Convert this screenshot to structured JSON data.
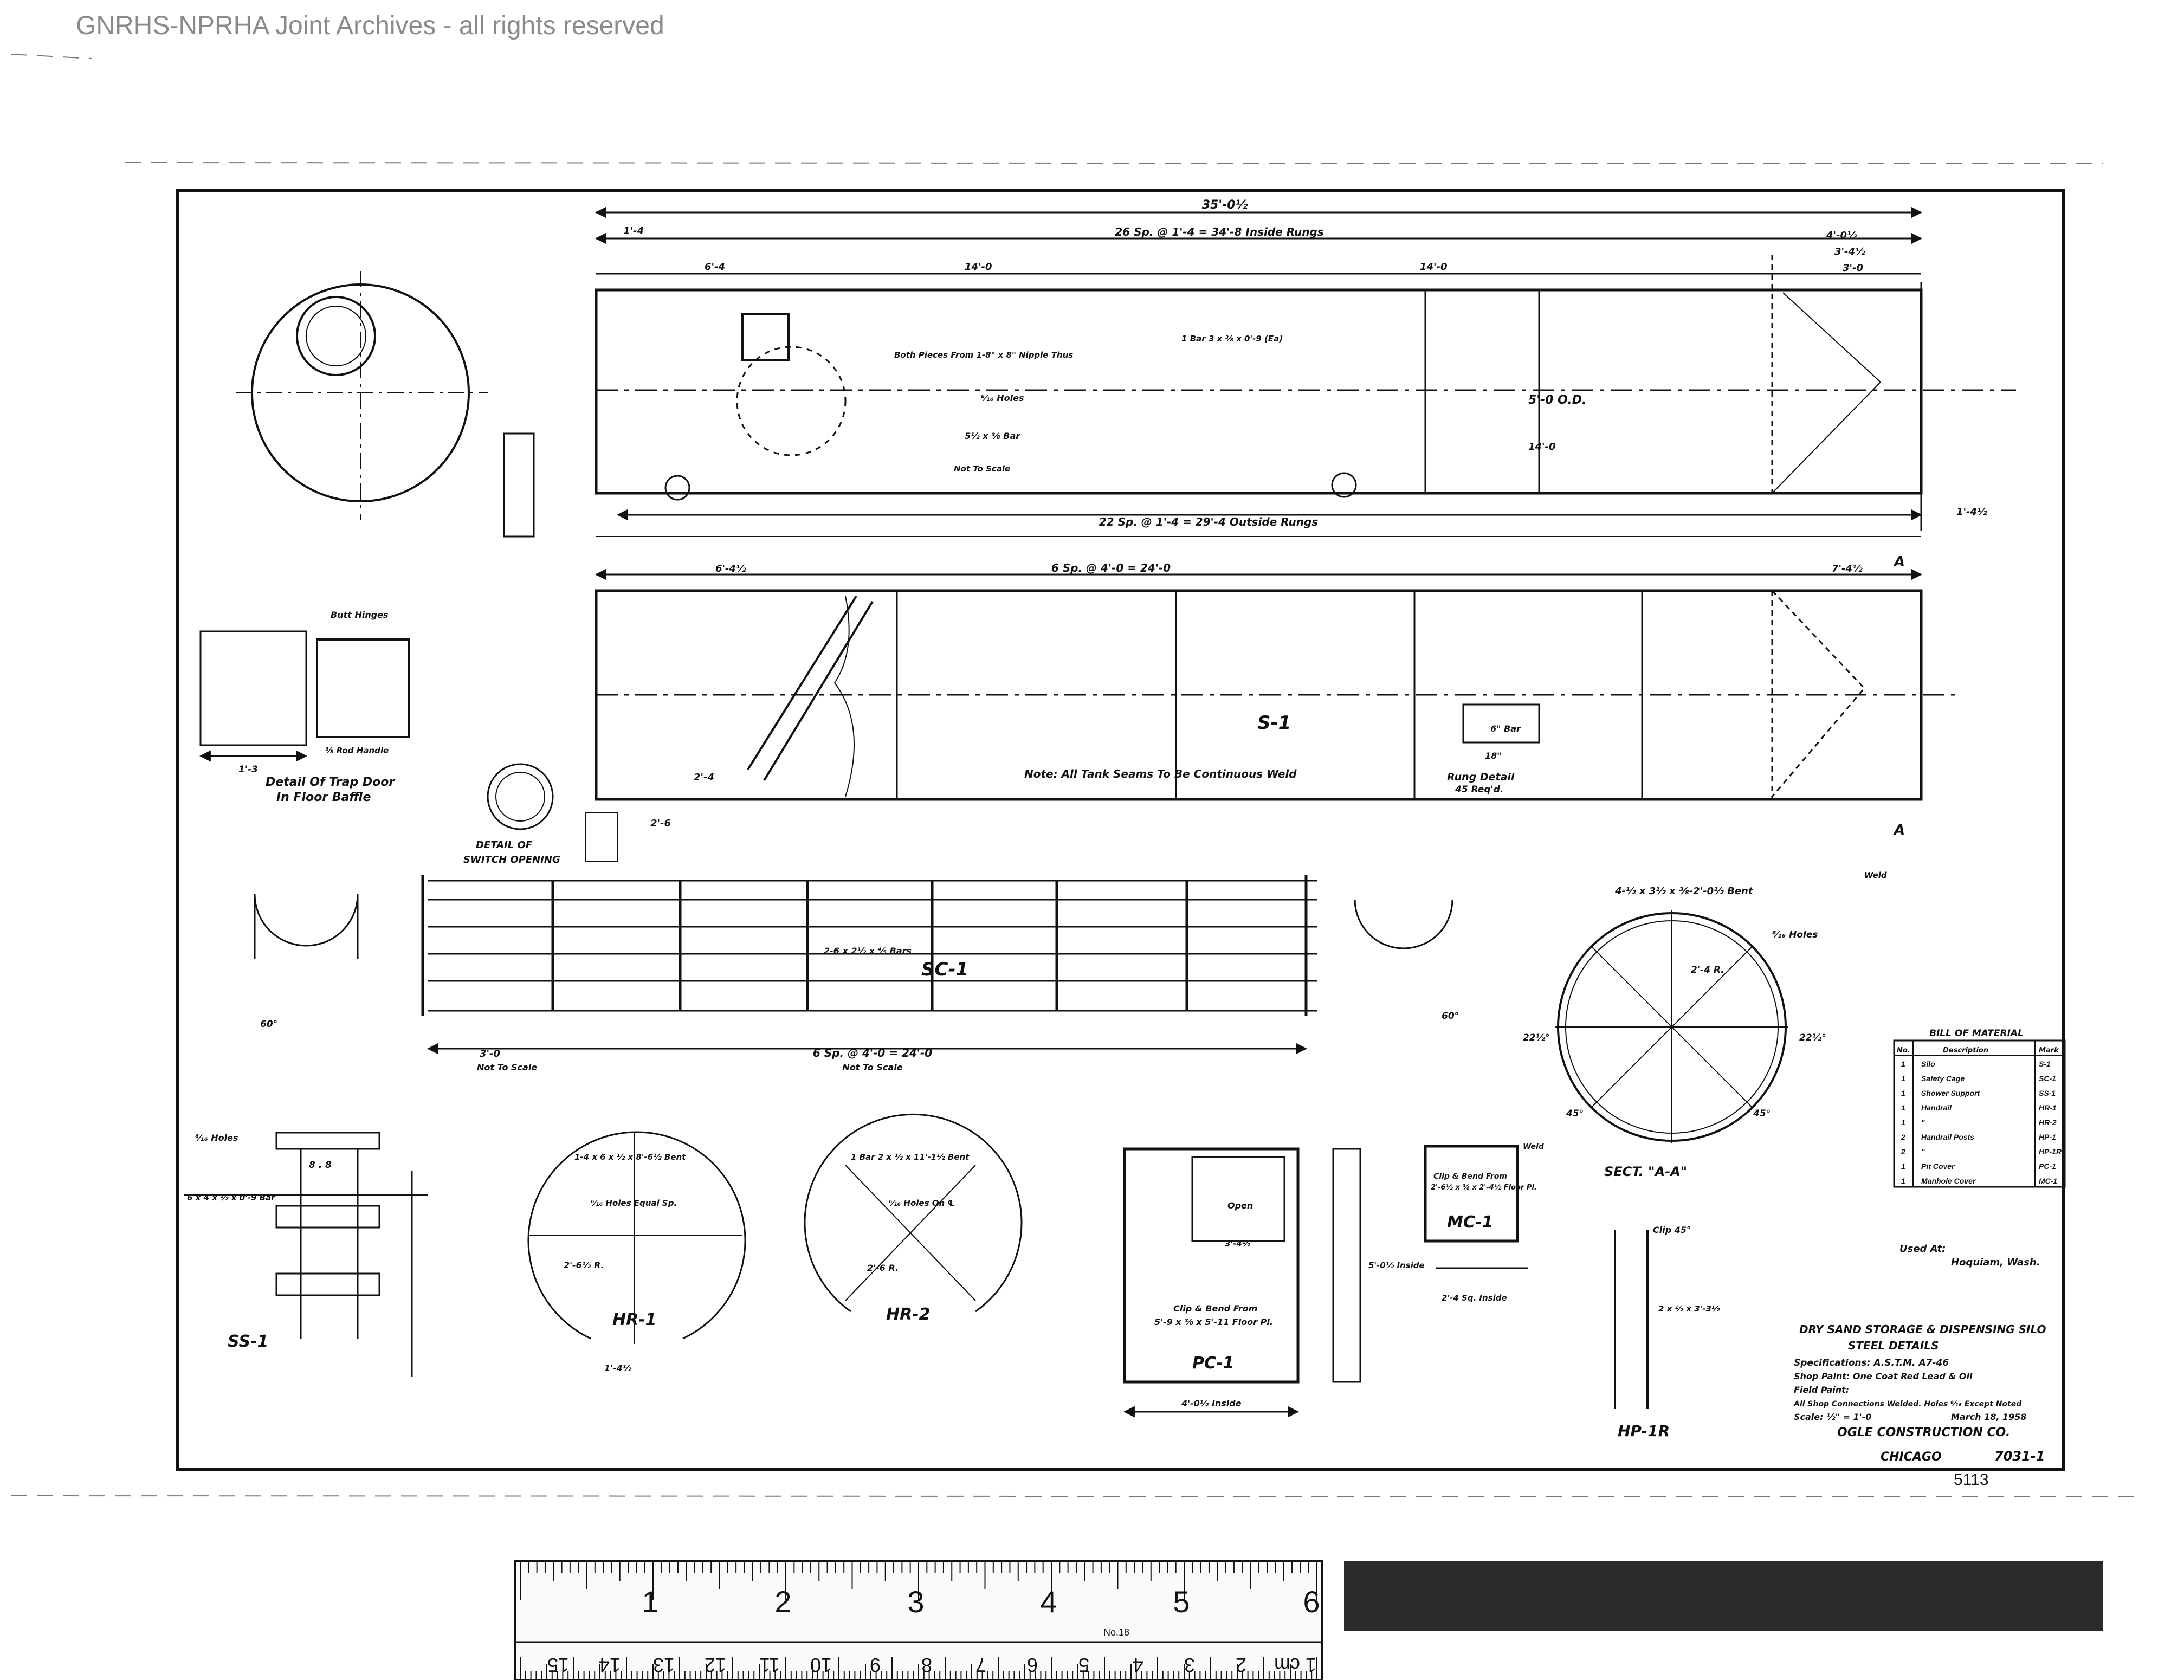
{
  "watermark": "GNRHS-NPRHA Joint Archives - all rights reserved",
  "colors": {
    "ink": "#111111",
    "paper": "#ffffff",
    "watermark": "#8a8a8a",
    "scan_bar": "#2a2a2a"
  },
  "silo_elevation": {
    "overall_length": "35'-0½",
    "top_spacing": "26 Sp. @ 1'-4 = 34'-8 Inside Rungs",
    "bottom_spacing": "22 Sp. @ 1'-4 = 29'-4 Outside Rungs",
    "height": "5'-0 O.D.",
    "dims": [
      "1'-4",
      "6'-4",
      "14'-0",
      "14'-0",
      "4'-0½",
      "3'-4½",
      "3'-0",
      "14'-0",
      "1'-4½"
    ],
    "note_elbow": "Both Pieces From 1-8\" x 8\" Nipple Thus",
    "note_bar": "1 Bar 3 x ⅜ x 0'-9 (Ea)",
    "note_holes": "⁶⁄₁₆ Holes",
    "note_bar2": "5½ x ⅜ Bar",
    "not_to_scale": "Not To Scale"
  },
  "silo_plan": {
    "spacing": "6 Sp. @ 4'-0 = 24'-0",
    "dims": [
      "6'-4½",
      "7'-4½",
      "2'-6",
      "2'-4"
    ],
    "mark": "S-1",
    "note": "Note: All Tank Seams To Be Continuous Weld",
    "rung_detail": "Rung Detail",
    "rung_req": "45 Req'd.",
    "rung_width": "6\" Bar",
    "rung_length": "18\"",
    "section_mark": "A",
    "weld": "Weld"
  },
  "trap_door": {
    "title_line1": "Detail Of Trap Door",
    "title_line2": "In Floor Baffle",
    "note_hinges": "Butt Hinges",
    "note_handle": "⅜ Rod Handle",
    "dim": "1'-3"
  },
  "switch_detail": {
    "title_line1": "DETAIL OF",
    "title_line2": "SWITCH OPENING"
  },
  "safety_cage": {
    "mark": "SC-1",
    "spacing": "6 Sp. @ 4'-0 = 24'-0",
    "end_dim": "3'-0",
    "not_to_scale": "Not To Scale",
    "bar_note": "2-6 x 2½ x ⅘ Bars",
    "angles": [
      "60°",
      "60°"
    ]
  },
  "section_aa": {
    "title": "SECT. \"A-A\"",
    "note": "4-½ x 3½ x ⅜-2'-0½ Bent",
    "holes": "⁶⁄₁₆ Holes",
    "radius": "2'-4 R.",
    "angles": [
      "22½°",
      "45°",
      "45°",
      "22½°"
    ]
  },
  "bill_of_material": {
    "title": "BILL OF MATERIAL",
    "headers": [
      "No.",
      "Description",
      "Mark"
    ],
    "rows": [
      [
        "1",
        "Silo",
        "S-1"
      ],
      [
        "1",
        "Safety Cage",
        "SC-1"
      ],
      [
        "1",
        "Shower Support",
        "SS-1"
      ],
      [
        "1",
        "Handrail",
        "HR-1"
      ],
      [
        "1",
        "\"",
        "HR-2"
      ],
      [
        "2",
        "Handrail Posts",
        "HP-1"
      ],
      [
        "2",
        "\"",
        "HP-1R"
      ],
      [
        "1",
        "Pit Cover",
        "PC-1"
      ],
      [
        "1",
        "Manhole Cover",
        "MC-1"
      ]
    ],
    "used_at_label": "Used At:",
    "used_at": "Hoquiam, Wash."
  },
  "details": {
    "ss1": {
      "mark": "SS-1",
      "holes": "⁶⁄₁₆ Holes",
      "note": "6 x 4 x ½ x 0'-9 Bar",
      "dim": "8 . 8"
    },
    "hr1": {
      "mark": "HR-1",
      "note": "1-4 x 6 x ½ x 8'-6½ Bent",
      "holes": "⁶⁄₁₆ Holes Equal Sp.",
      "radius": "2'-6½ R.",
      "dim": "1'-4½"
    },
    "hr2": {
      "mark": "HR-2",
      "note": "1 Bar 2 x ½ x 11'-1½ Bent",
      "holes": "⁶⁄₁₆ Holes On ℄",
      "radius": "2'-6 R."
    },
    "pc1": {
      "mark": "PC-1",
      "note_open": "Open",
      "note_cut": "Clip & Bend From",
      "note_plate": "5'-9 x ⅜ x 5'-11 Floor Pl.",
      "dim_width": "4'-0½ Inside",
      "dim_side": "5'-0½ Inside",
      "dim_inner": "3'-4½"
    },
    "mc1": {
      "mark": "MC-1",
      "note": "Clip & Bend From",
      "note_plate": "2'-6½ x ⅜ x 2'-4½ Floor Pl.",
      "dim": "2'-4 Sq. Inside",
      "weld": "Weld"
    },
    "hp1r": {
      "mark": "HP-1R",
      "clip": "Clip 45°",
      "note": "2 x ½ x 3'-3½"
    }
  },
  "title_block": {
    "line1": "DRY SAND STORAGE & DISPENSING SILO",
    "line2": "STEEL DETAILS",
    "spec": "Specifications: A.S.T.M. A7-46",
    "shop_paint": "Shop Paint: One Coat Red Lead & Oil",
    "field_paint": "Field Paint:",
    "connections": "All Shop Connections Welded. Holes ⁶⁄₁₆ Except Noted",
    "scale": "Scale: ½\" = 1'-0",
    "date": "March 18, 1958",
    "company": "OGLE CONSTRUCTION CO.",
    "city": "CHICAGO",
    "drawing_no": "7031-1",
    "archive_no": "5113"
  },
  "ruler": {
    "inch_labels": [
      "1",
      "2",
      "3",
      "4",
      "5",
      "6"
    ],
    "cm_labels": [
      "1 cm",
      "2",
      "3",
      "4",
      "5",
      "6",
      "7",
      "8",
      "9",
      "10",
      "11",
      "12",
      "13",
      "14",
      "15"
    ],
    "maker": "No.18"
  }
}
